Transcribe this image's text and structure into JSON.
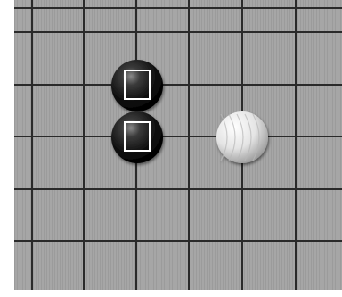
{
  "board": {
    "grid": {
      "columns": 7,
      "rows": 6
    },
    "colors": {
      "board": "#a8a8a8",
      "line": "#2a2a2a",
      "frame": "#ffffff",
      "black_stone": "#1a1a1a",
      "white_stone": "#eeeeee",
      "last_move_marker": "#ffffff"
    },
    "stones": [
      {
        "color": "black",
        "col": 3,
        "row": 3,
        "last_move_marker": true
      },
      {
        "color": "black",
        "col": 3,
        "row": 4,
        "last_move_marker": true
      },
      {
        "color": "white",
        "col": 5,
        "row": 4,
        "last_move_marker": false
      }
    ]
  }
}
